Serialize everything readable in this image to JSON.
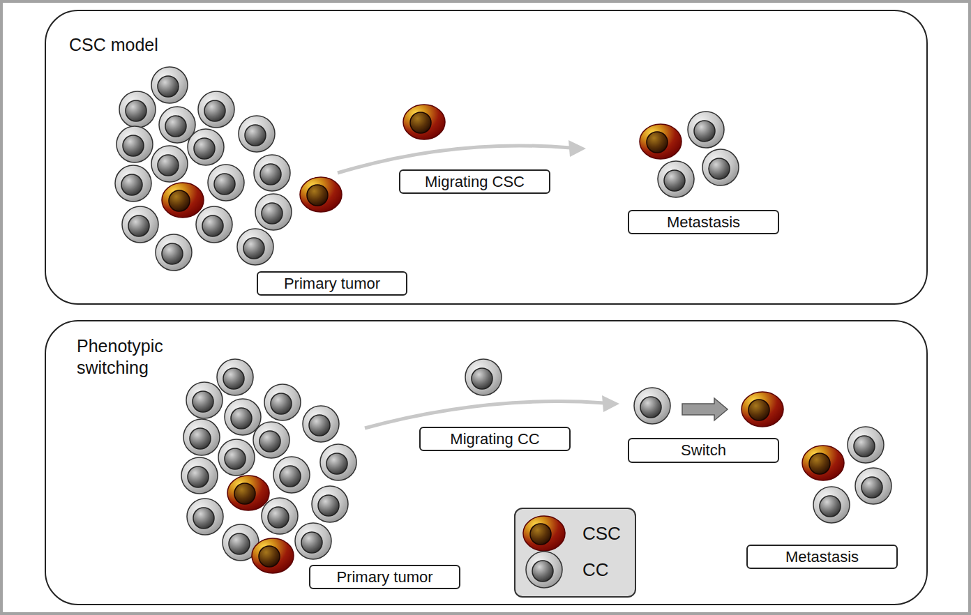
{
  "diagram": {
    "nodes": [
      {
        "text": [
          "CSC model"
        ]
      },
      {
        "text": [
          "Primary tumor"
        ],
        "in": 0
      },
      {
        "text": [
          "Migrating CSC"
        ],
        "in": 0
      },
      {
        "text": [
          "Metastasis"
        ],
        "in": 0
      },
      {
        "text": [
          "Phenotypic switching"
        ]
      },
      {
        "text": [
          "Migrating CC"
        ],
        "in": 4
      },
      {
        "text": [
          "Switch"
        ],
        "in": 4
      },
      {
        "text": [
          "Primary tumor"
        ],
        "in": 4
      },
      {
        "text": [
          "Metastasis"
        ],
        "in": 4
      }
    ],
    "legend": [
      {
        "text": "CSC"
      },
      {
        "text": "CC"
      }
    ]
  }
}
